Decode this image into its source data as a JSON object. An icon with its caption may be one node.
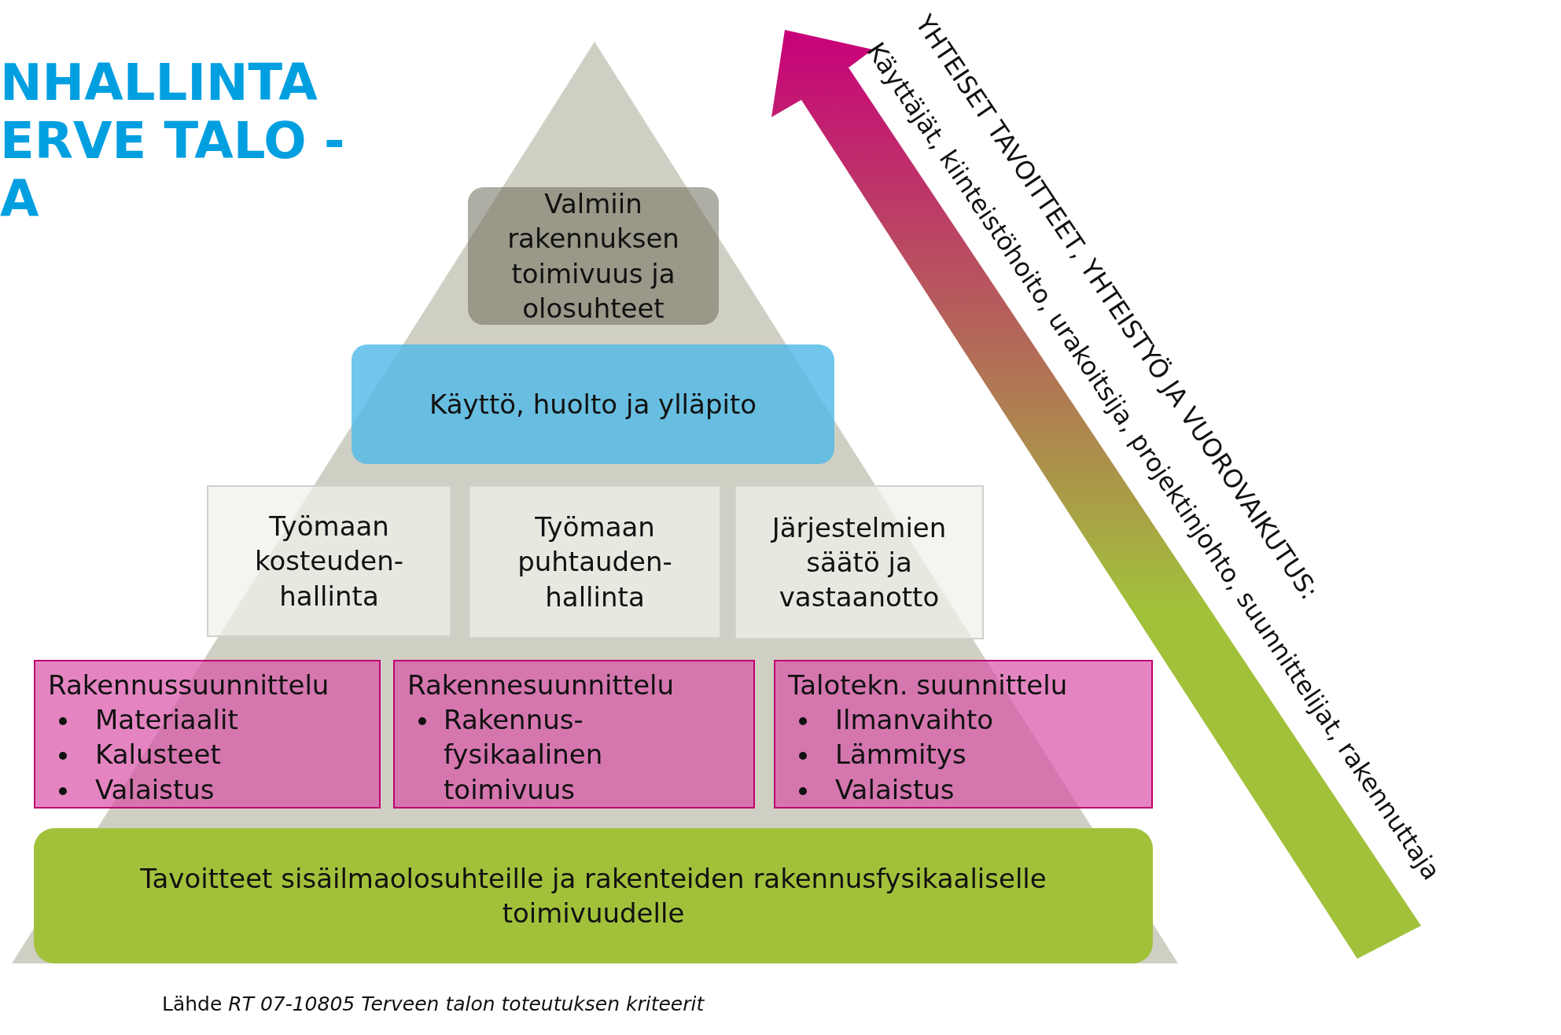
{
  "diagram": {
    "title": "NHALLINTA ERVE TALO - A",
    "nodes": [
      {
        "text": [
          "Valmiin rakennuksen toimivuus ja olosuhteet"
        ]
      },
      {
        "text": [
          "Käyttö, huolto ja ylläpito"
        ]
      },
      {
        "text": [
          "Työmaan kosteuden-hallinta"
        ]
      },
      {
        "text": [
          "Työmaan puhtauden-hallinta"
        ]
      },
      {
        "text": [
          "Järjestelmien säätö ja vastaanotto"
        ]
      },
      {
        "text": [
          "Rakennussuunnittelu",
          "Materiaalit",
          "Kalusteet",
          "Valaistus"
        ]
      },
      {
        "text": [
          "Rakennesuunnittelu",
          "Rakennus-fysikaalinen toimivuus"
        ]
      },
      {
        "text": [
          "Talotekn. suunnittelu",
          "Ilmanvaihto",
          "Lämmitys",
          "Valaistus"
        ]
      },
      {
        "text": [
          "Tavoitteet sisäilmaolosuhteille ja rakenteiden rakennusfysikaaliselle toimivuudelle"
        ]
      }
    ],
    "labels": [
      "YHTEISET TAVOITTEET, YHTEISTYÖ JA VUOROVAIKUTUS:",
      "Käyttäjät, kiinteistöhoito, urakoitsija, projektinjohto, suunnittelijat, rakennuttaja",
      "Lähde *RT 07-10805 Terveen talon toteutuksen kriteerit*"
    ]
  }
}
